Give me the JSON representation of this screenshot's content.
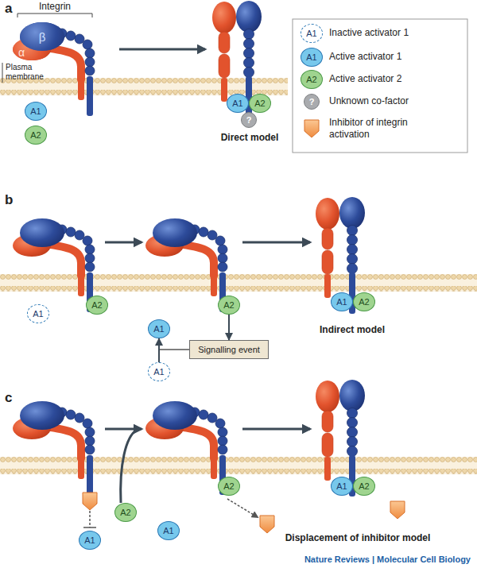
{
  "diagram": {
    "nodes": [
      {
        "text": [
          "β"
        ]
      },
      {
        "text": [
          "α"
        ]
      },
      {
        "text": [
          "A1"
        ]
      },
      {
        "text": [
          "A2"
        ]
      },
      {
        "text": [
          "A1"
        ]
      },
      {
        "text": [
          "?"
        ]
      },
      {
        "text": [
          "A2"
        ]
      },
      {
        "text": [
          "A1"
        ]
      },
      {
        "text": [
          "A2"
        ]
      },
      {
        "text": [
          "A2"
        ]
      },
      {
        "text": [
          "A1"
        ]
      },
      {
        "text": [
          "Signalling event"
        ]
      },
      {
        "text": [
          "A1"
        ]
      },
      {
        "text": [
          "A1"
        ]
      },
      {
        "text": [
          "A2"
        ]
      },
      {
        "text": [
          "A1"
        ]
      },
      {
        "text": [
          "A2"
        ]
      },
      {
        "text": [
          "A2"
        ]
      },
      {
        "text": [
          "A1"
        ]
      },
      {
        "text": [
          "A1"
        ]
      },
      {
        "text": [
          "A2"
        ]
      }
    ],
    "edges": [
      {
        "from": 9,
        "to": 11,
        "arrow": "to"
      },
      {
        "from": 12,
        "to": 10,
        "arrow": "to"
      }
    ],
    "labels": [
      "a",
      "Integrin",
      "A1",
      "A1",
      "A2",
      "?",
      "Plasma membrane",
      "Direct model",
      "b",
      "Indirect model",
      "c",
      "Displacement of inhibitor model",
      "Nature Reviews | Molecular Cell Biology"
    ],
    "legend": [
      {
        "text": "Inactive activator 1"
      },
      {
        "text": "Active activator 1",
        "color": "#77c8ec"
      },
      {
        "text": "Active activator 2",
        "color": "#9fd48f"
      },
      {
        "text": "Unknown co-factor",
        "color": "#a9abae"
      },
      {
        "text": "Inhibitor of integrin activation"
      }
    ]
  }
}
